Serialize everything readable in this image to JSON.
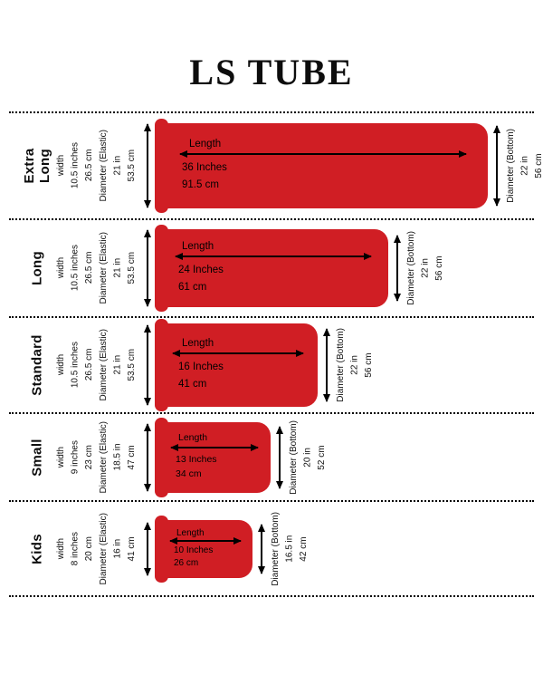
{
  "title": "LS TUBE",
  "colors": {
    "tube_red": "#d01e24"
  },
  "rows": [
    {
      "size": "Extra\nLong",
      "width": {
        "label": "width",
        "inches": "10.5 inches",
        "cm": "26.5 cm"
      },
      "elastic": {
        "label": "Diameter (Elastic)",
        "in": "21 in",
        "cm": "53.5 cm"
      },
      "length": {
        "label": "Length",
        "inches": "36 Inches",
        "cm": "91.5 cm"
      },
      "bottom": {
        "label": "Diameter (Bottom)",
        "in": "22 in",
        "cm": "56 cm"
      }
    },
    {
      "size": "Long",
      "width": {
        "label": "width",
        "inches": "10.5 inches",
        "cm": "26.5 cm"
      },
      "elastic": {
        "label": "Diameter (Elastic)",
        "in": "21 in",
        "cm": "53.5 cm"
      },
      "length": {
        "label": "Length",
        "inches": "24 Inches",
        "cm": "61 cm"
      },
      "bottom": {
        "label": "Diameter (Bottom)",
        "in": "22 in",
        "cm": "56 cm"
      }
    },
    {
      "size": "Standard",
      "width": {
        "label": "width",
        "inches": "10.5 inches",
        "cm": "26.5 cm"
      },
      "elastic": {
        "label": "Diameter (Elastic)",
        "in": "21 in",
        "cm": "53.5 cm"
      },
      "length": {
        "label": "Length",
        "inches": "16 Inches",
        "cm": "41 cm"
      },
      "bottom": {
        "label": "Diameter (Bottom)",
        "in": "22 in",
        "cm": "56 cm"
      }
    },
    {
      "size": "Small",
      "width": {
        "label": "width",
        "inches": "9 inches",
        "cm": "23 cm"
      },
      "elastic": {
        "label": "Diameter (Elastic)",
        "in": "18.5 in",
        "cm": "47 cm"
      },
      "length": {
        "label": "Length",
        "inches": "13 Inches",
        "cm": "34 cm"
      },
      "bottom": {
        "label": "Diameter (Bottom)",
        "in": "20 in",
        "cm": "52 cm"
      }
    },
    {
      "size": "Kids",
      "width": {
        "label": "width",
        "inches": "8 inches",
        "cm": "20 cm"
      },
      "elastic": {
        "label": "Diameter (Elastic)",
        "in": "16 in",
        "cm": "41 cm"
      },
      "length": {
        "label": "Length",
        "inches": "10 Inches",
        "cm": "26 cm"
      },
      "bottom": {
        "label": "Diameter (Bottom)",
        "in": "16.5 in",
        "cm": "42 cm"
      }
    }
  ]
}
